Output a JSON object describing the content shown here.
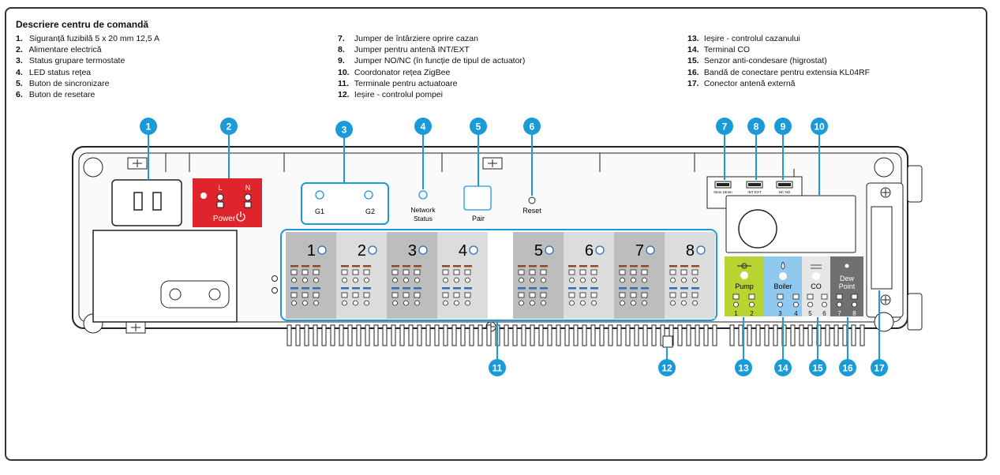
{
  "title": "Descriere centru de comandă",
  "legend_col1": [
    {
      "num": "1.",
      "text": "Siguranță fuzibilă 5 x 20 mm 12,5 A"
    },
    {
      "num": "2.",
      "text": "Alimentare electrică"
    },
    {
      "num": "3.",
      "text": "Status grupare termostate"
    },
    {
      "num": "4.",
      "text": "LED status rețea"
    },
    {
      "num": "5.",
      "text": "Buton de sincronizare"
    },
    {
      "num": "6.",
      "text": "Buton de resetare"
    }
  ],
  "legend_col2": [
    {
      "num": "7.",
      "text": "Jumper de întârziere oprire cazan"
    },
    {
      "num": "8.",
      "text": "Jumper pentru antenă INT/EXT"
    },
    {
      "num": "9.",
      "text": "Jumper NO/NC (în funcție de tipul de actuator)"
    },
    {
      "num": "10.",
      "text": "Coordonator rețea ZigBee"
    },
    {
      "num": "11.",
      "text": "Terminale pentru actuatoare"
    },
    {
      "num": "12.",
      "text": "Ieșire - controlul pompei"
    }
  ],
  "legend_col3": [
    {
      "num": "13.",
      "text": "Ieșire - controlul cazanului"
    },
    {
      "num": "14.",
      "text": "Terminal CO"
    },
    {
      "num": "15.",
      "text": "Senzor anti-condesare (higrostat)"
    },
    {
      "num": "16.",
      "text": "Bandă de conectare pentru extensia KL04RF"
    },
    {
      "num": "17.",
      "text": "Conector antenă externă"
    }
  ],
  "device": {
    "power_L": "L",
    "power_N": "N",
    "power_label": "Power",
    "g1": "G1",
    "g2": "G2",
    "network_status_line1": "Network",
    "network_status_line2": "Status",
    "pair": "Pair",
    "reset": "Reset",
    "zones": [
      "1",
      "2",
      "3",
      "4",
      "5",
      "6",
      "7",
      "8"
    ],
    "pump": "Pump",
    "boiler": "Boiler",
    "co": "CO",
    "dew_line1": "Dew",
    "dew_line2": "Point",
    "terminals": [
      "1",
      "2",
      "3",
      "4",
      "5",
      "6",
      "7",
      "8"
    ],
    "jumper7_text": "0min 15min",
    "jumper8_text": "INT EXT",
    "jumper9_text": "NC NO"
  },
  "callouts": [
    "1",
    "2",
    "3",
    "4",
    "5",
    "6",
    "7",
    "8",
    "9",
    "10",
    "11",
    "12",
    "13",
    "14",
    "15",
    "16",
    "17"
  ],
  "colors": {
    "callout": "#1a9ad6",
    "power_red": "#e0242b",
    "pump_green": "#b7d433",
    "boiler_blue": "#8fc9ee",
    "dew_grey": "#707070",
    "zone_dark": "#bdbdbd",
    "zone_light": "#dcdcdc",
    "brown": "#8a4a2a",
    "blue_bar": "#2e6db5"
  }
}
